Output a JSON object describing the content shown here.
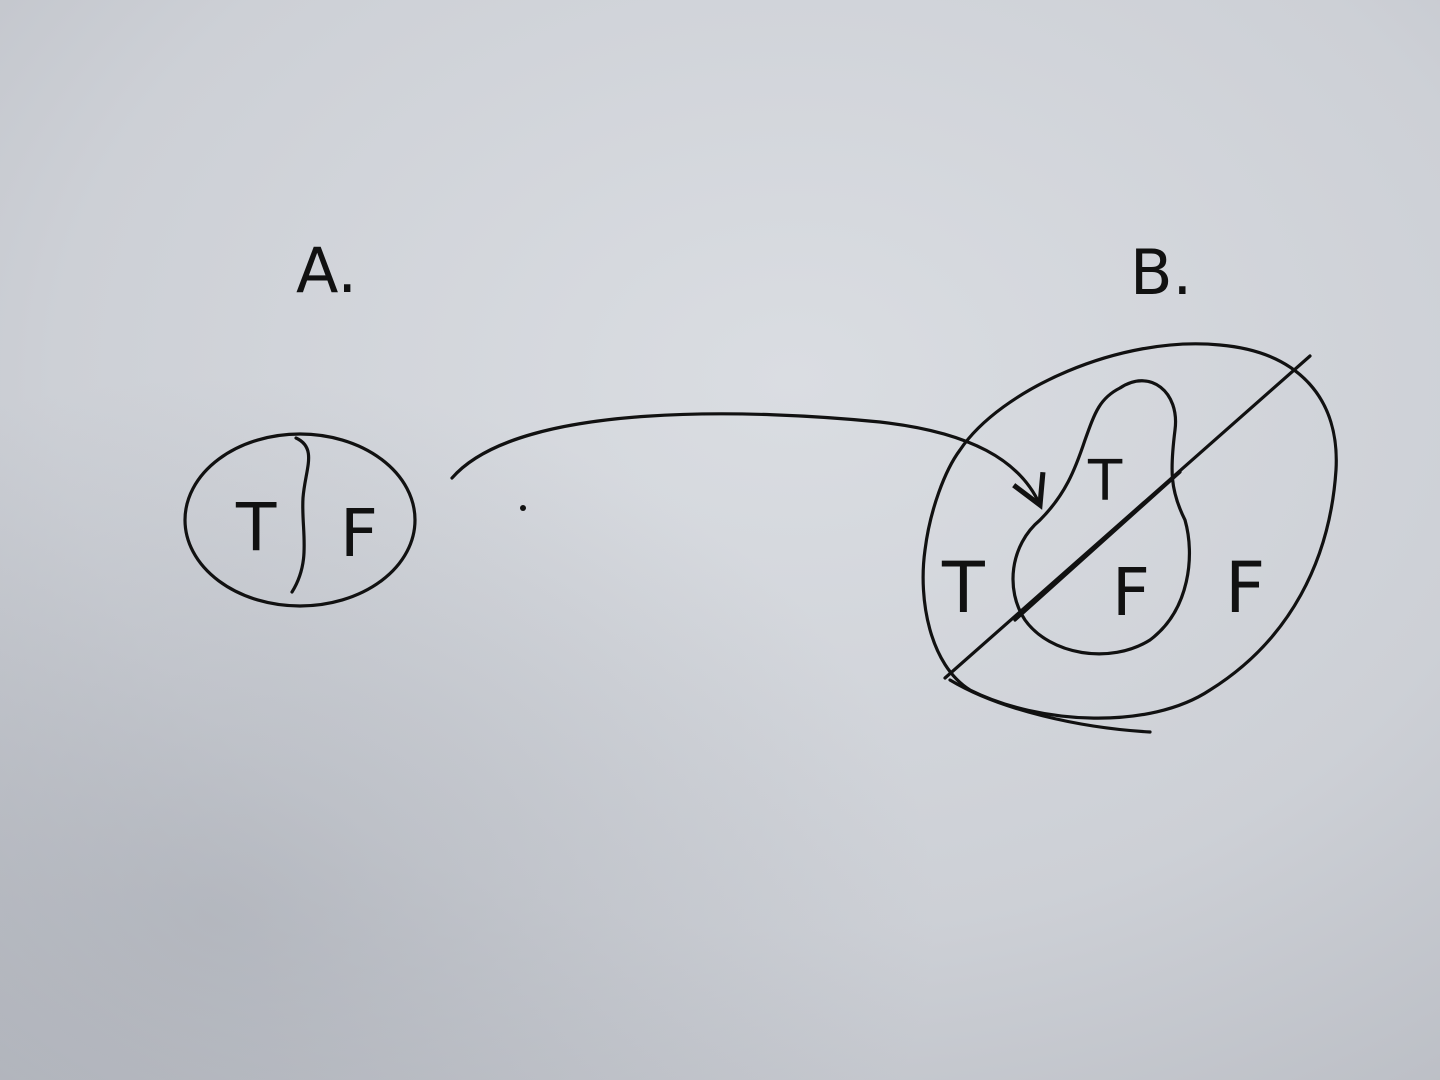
{
  "diagram": {
    "label_a": "A.",
    "label_b": "B.",
    "set_a": {
      "left_label": "T",
      "right_label": "F"
    },
    "set_b": {
      "outer_left_label": "T",
      "outer_right_label": "F",
      "inner_top_label": "T",
      "inner_bottom_label": "F"
    }
  }
}
